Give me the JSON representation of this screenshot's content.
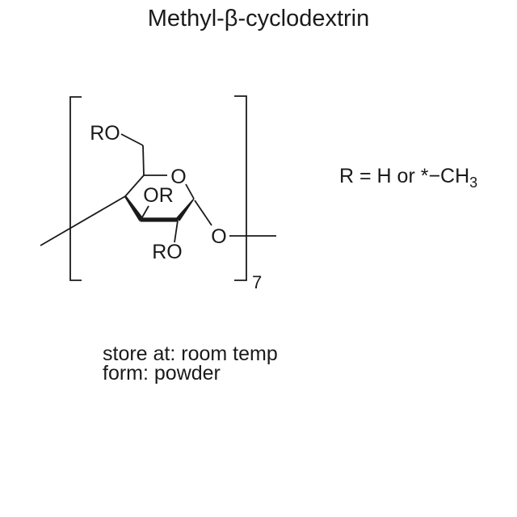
{
  "title": "Methyl-β-cyclodextrin",
  "structure": {
    "bracket_subscript": "7",
    "labels": {
      "ro_top": "RO",
      "ring_o": "O",
      "or_mid": "OR",
      "ro_bottom": "RO",
      "glycosidic_o": "O"
    }
  },
  "legend": {
    "text": "R = H or *−CH",
    "subscript": "3"
  },
  "properties": {
    "storage": "store at: room temp",
    "form": "form: powder"
  },
  "colors": {
    "ink": "#1a1a1a",
    "background": "#ffffff"
  }
}
